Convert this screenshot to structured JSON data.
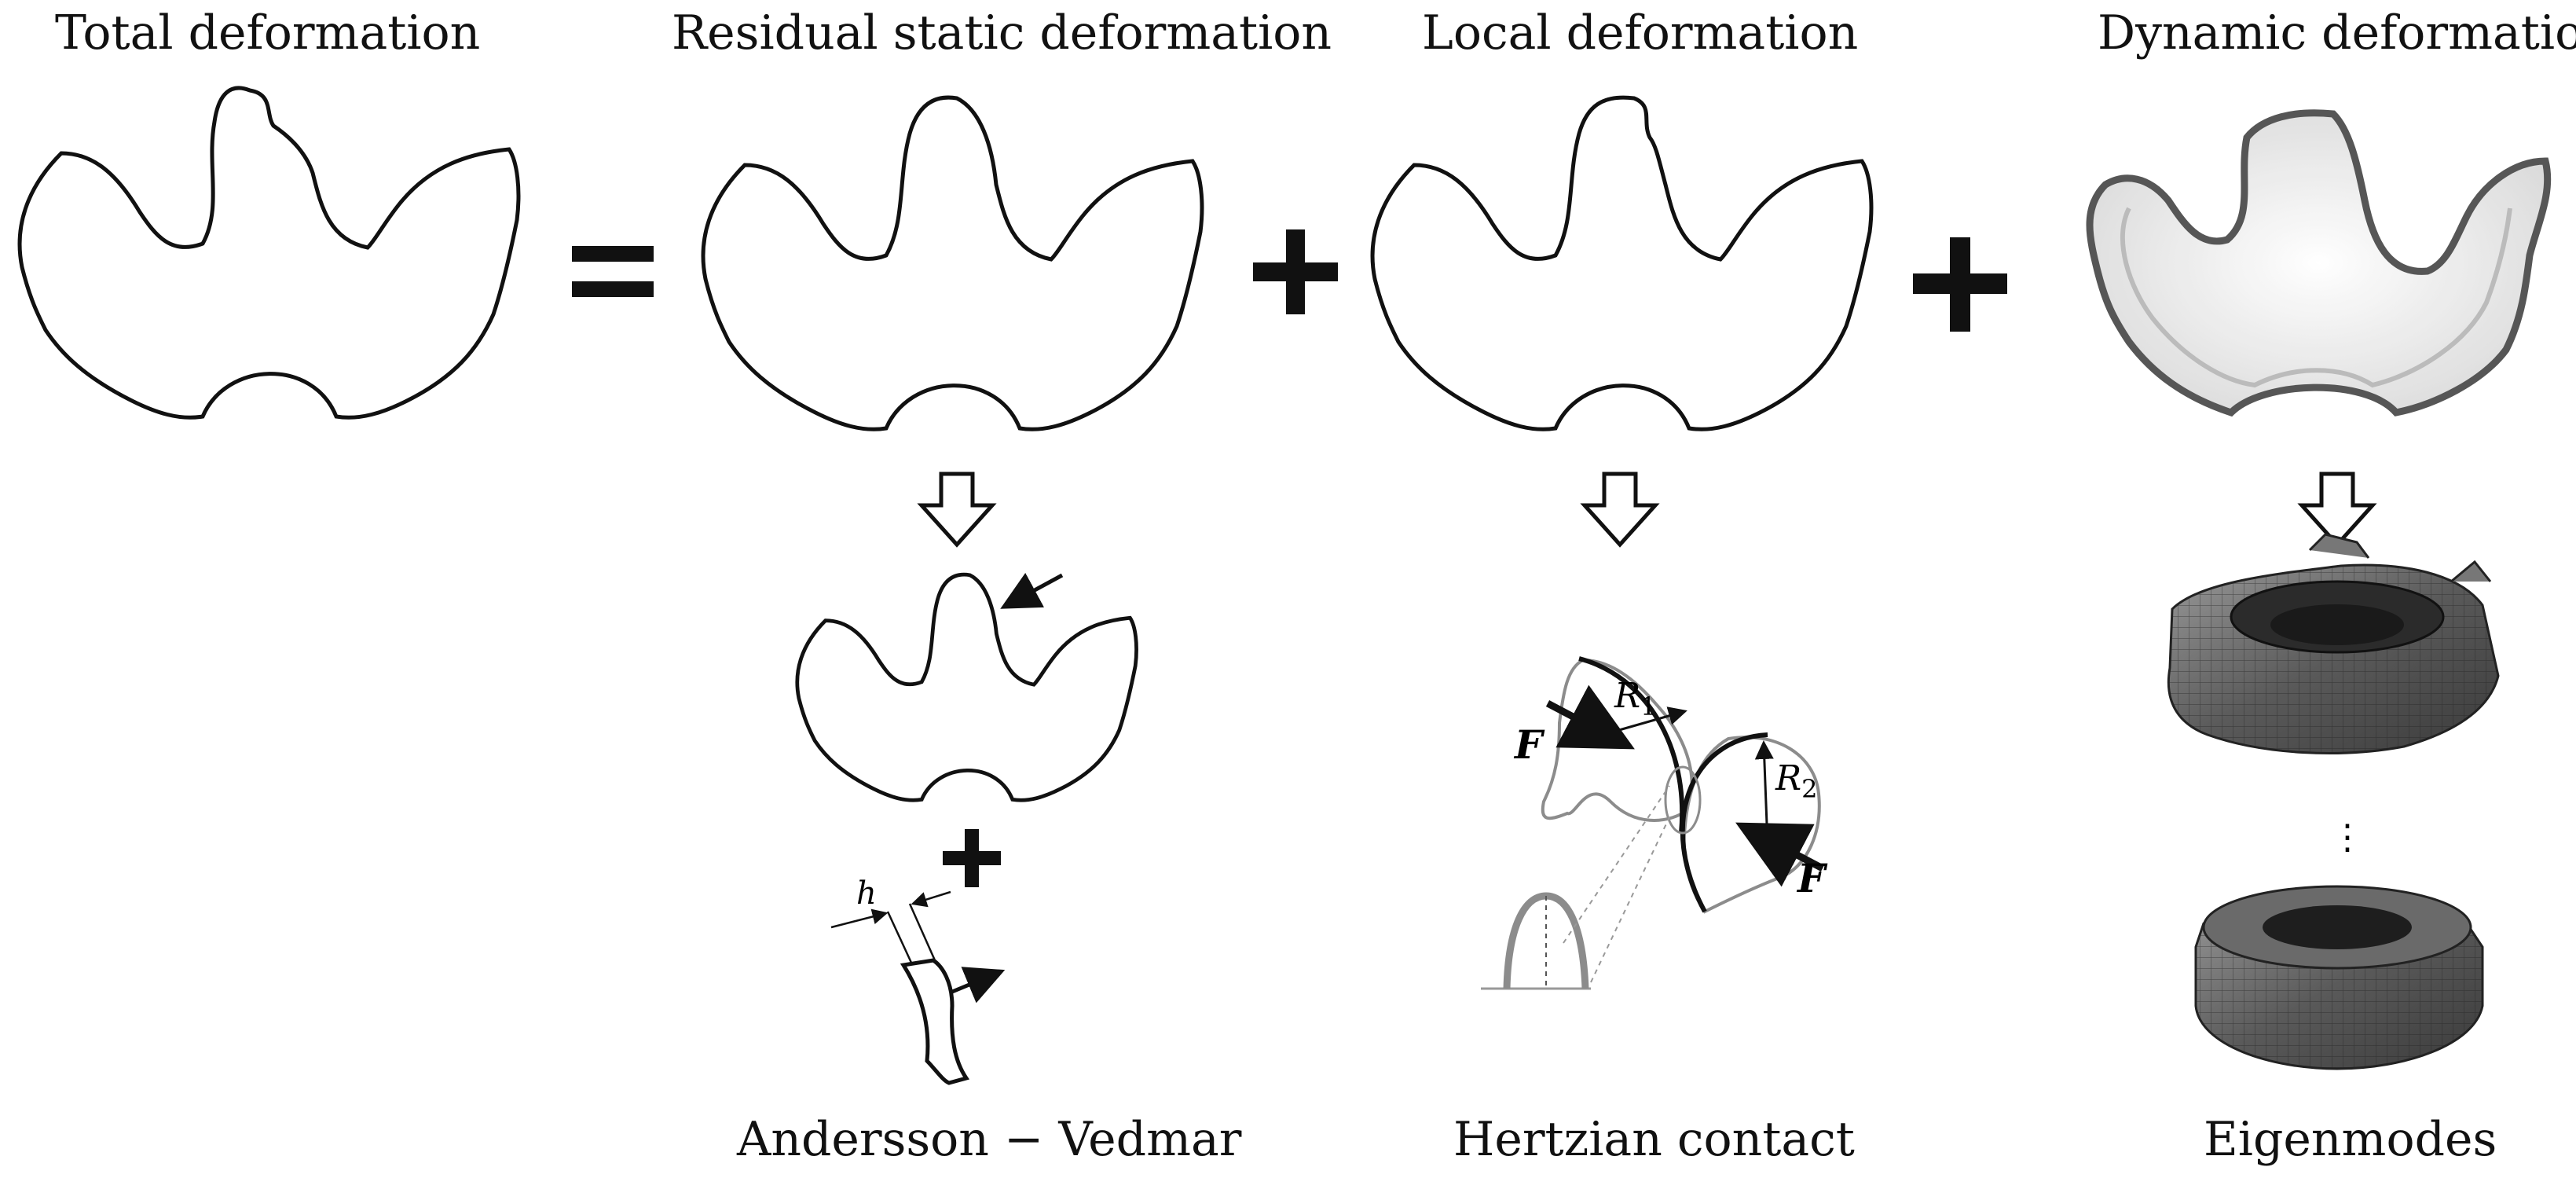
{
  "titles": {
    "total": "Total deformation",
    "residual": "Residual static deformation",
    "local": "Local deformation",
    "dynamic": "Dynamic deformation"
  },
  "operators": {
    "equals": "=",
    "plus": "+"
  },
  "captions": {
    "residual": "Andersson − Vedmar",
    "local": "Hertzian contact",
    "dynamic": "Eigenmodes"
  },
  "annotations": {
    "thickness": "h",
    "force": "F",
    "radius1_base": "R",
    "radius1_sub": "1",
    "radius2_base": "R",
    "radius2_sub": "2",
    "ellipsis": "⋮"
  },
  "colors": {
    "ink": "#111111",
    "grey": "#8c8c8c",
    "mesh": "#555555"
  }
}
